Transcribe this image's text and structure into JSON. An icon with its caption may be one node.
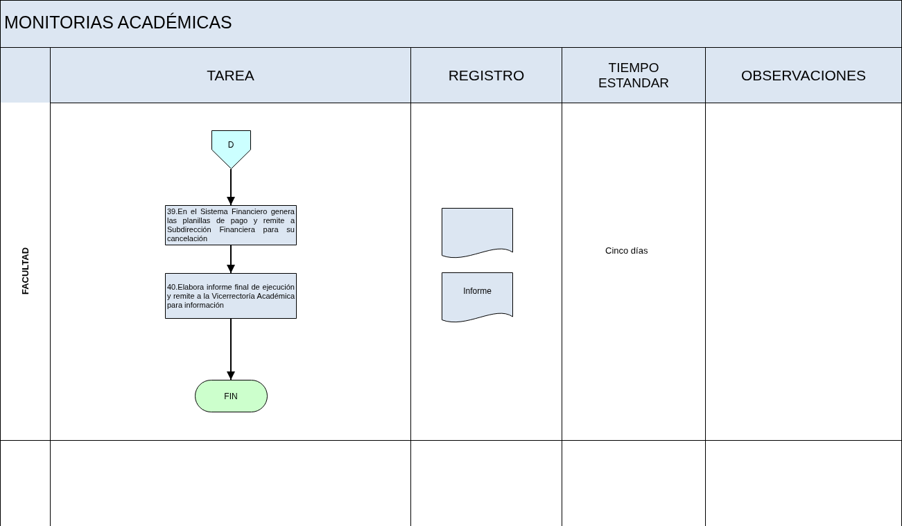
{
  "diagram": {
    "title": "MONITORIAS ACADÉMICAS",
    "nodes": [
      {
        "text": [
          "D"
        ]
      },
      {
        "text": [
          "39.En el Sistema Financiero genera las planillas de pago y remite a Subdirección Financiera para su cancelación"
        ]
      },
      {
        "text": [
          "40.Elabora informe final de ejecución y remite a la Vicerrectoría Académica para información"
        ]
      },
      {
        "text": [
          "FIN"
        ]
      },
      {
        "text": [],
        "shape": "document"
      },
      {
        "text": [
          "Informe"
        ]
      }
    ],
    "edges": [
      {
        "from": 0,
        "to": 1,
        "arrow": "to"
      },
      {
        "from": 1,
        "to": 2,
        "arrow": "to"
      },
      {
        "from": 2,
        "to": 3,
        "arrow": "to"
      }
    ],
    "labels": [
      "TAREA",
      "REGISTRO",
      "TIEMPO ESTANDAR",
      "OBSERVACIONES",
      "FACULTAD",
      "Cinco días"
    ]
  }
}
